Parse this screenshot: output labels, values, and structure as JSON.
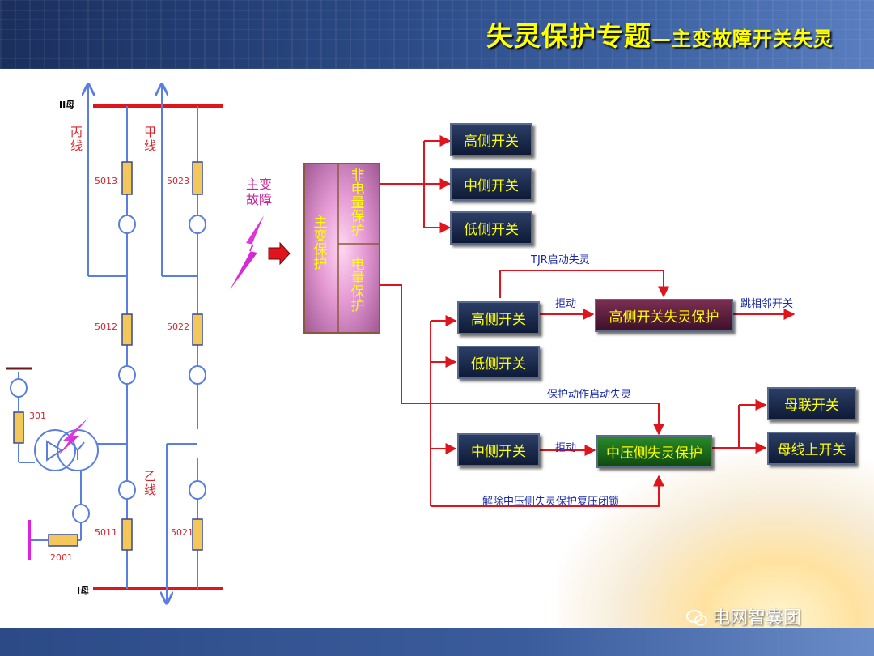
{
  "header": {
    "title_main": "失灵保护专题",
    "title_sub": "—主变故障开关失灵"
  },
  "single_line": {
    "bus_upper": "II母",
    "bus_lower": "I母",
    "line_bing": "丙线",
    "line_jia": "甲线",
    "line_yi": "乙线",
    "breakers": [
      "5013",
      "5023",
      "5012",
      "5022",
      "5011",
      "5021",
      "301",
      "2001"
    ]
  },
  "fault_label": "主变故障",
  "protection": {
    "main": "主变保护",
    "non_electrical": "非电量保护",
    "electrical": "电量保护"
  },
  "boxes": {
    "high_1": "高侧开关",
    "mid_1": "中侧开关",
    "low_1": "低侧开关",
    "high_2": "高侧开关",
    "low_2": "低侧开关",
    "high_fail": "高侧开关失灵保护",
    "mid_2": "中侧开关",
    "mid_fail": "中压侧失灵保护",
    "bus_coupler": "母联开关",
    "bus_breaker": "母线上开关"
  },
  "flow_labels": {
    "tjr": "TJR启动失灵",
    "refuse_1": "拒动",
    "trip_adjacent": "跳相邻开关",
    "prot_start": "保护动作启动失灵",
    "refuse_2": "拒动",
    "release": "解除中压侧失灵保护复压闭锁"
  },
  "watermark": "电网智囊团",
  "colors": {
    "red_line": "#e0141c",
    "blue_line": "#5b7fe0",
    "box_text": "#ffff00",
    "breaker_fill": "#f3c75a",
    "title": "#ffff00"
  }
}
